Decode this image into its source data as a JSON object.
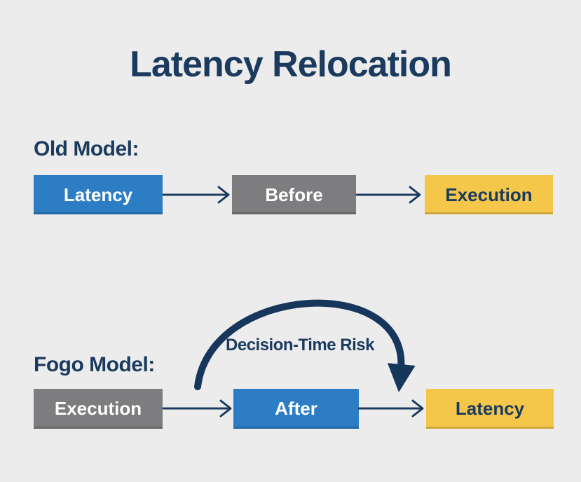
{
  "title": "Latency Relocation",
  "colors": {
    "background": "#edecec",
    "navy": "#1a3a5e",
    "blue": "#2d7dc5",
    "gray": "#7d7d80",
    "yellow": "#f4c74a",
    "light_text": "#ffffff"
  },
  "old_model": {
    "label": "Old Model:",
    "boxes": [
      {
        "label": "Latency",
        "color": "blue"
      },
      {
        "label": "Before",
        "color": "gray"
      },
      {
        "label": "Execution",
        "color": "yellow"
      }
    ]
  },
  "fogo_model": {
    "label": "Fogo Model:",
    "arc_label": "Decision-Time Risk",
    "boxes": [
      {
        "label": "Execution",
        "color": "gray"
      },
      {
        "label": "After",
        "color": "blue"
      },
      {
        "label": "Latency",
        "color": "yellow"
      }
    ]
  }
}
